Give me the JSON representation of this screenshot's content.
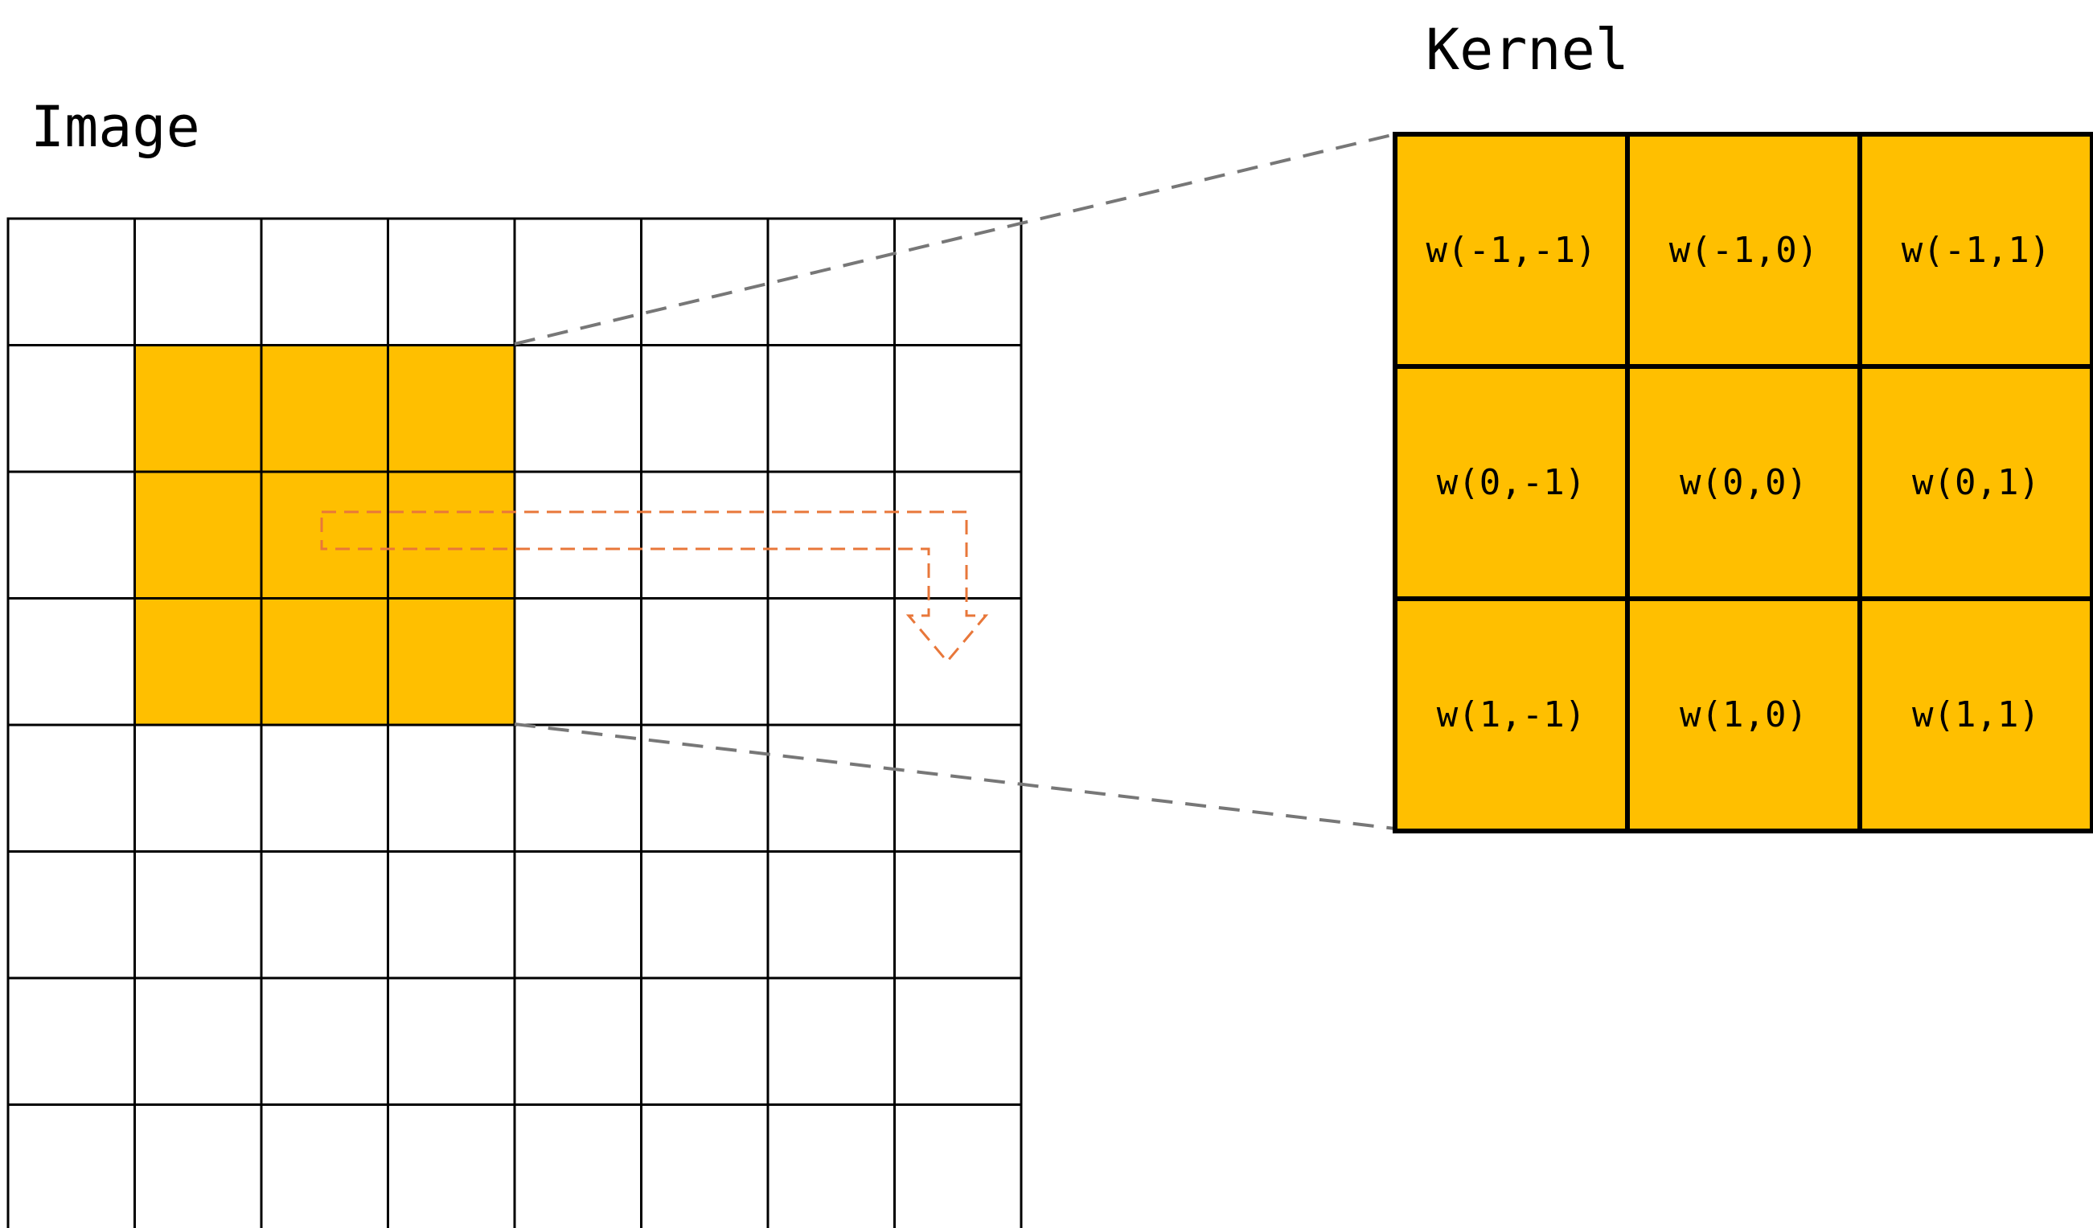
{
  "image_section": {
    "title": "Image",
    "rows": 8,
    "cols": 8,
    "highlight": {
      "row_start": 1,
      "col_start": 1,
      "size": 3
    }
  },
  "kernel_section": {
    "title": "Kernel",
    "cells": [
      [
        "w(-1,-1)",
        "w(-1,0)",
        "w(-1,1)"
      ],
      [
        "w(0,-1)",
        "w(0,0)",
        "w(0,1)"
      ],
      [
        "w(1,-1)",
        "w(1,0)",
        "w(1,1)"
      ]
    ]
  },
  "colors": {
    "highlight": "#FFBF00",
    "grid_line": "#000000",
    "connector": "#777777",
    "arrow": "#E8773A",
    "background": "#FFFFFF"
  },
  "icons": {
    "slide_direction": "dashed-right-then-down-arrow-icon"
  }
}
